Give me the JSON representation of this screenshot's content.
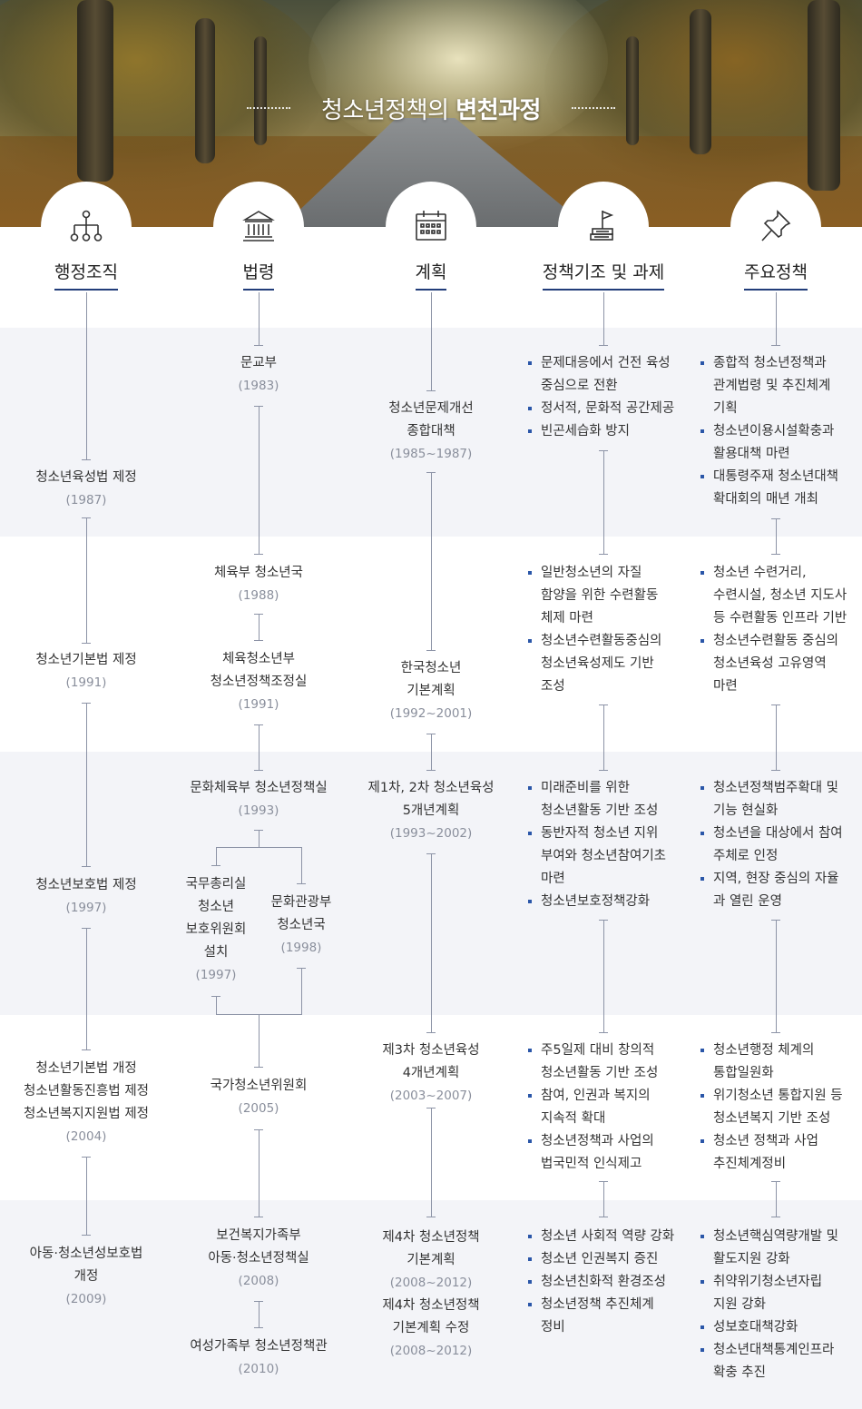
{
  "title": {
    "light": "청소년정책의 ",
    "bold": "변천과정"
  },
  "headers": {
    "admin": "행정조직",
    "law": "법령",
    "plan": "계획",
    "basis": "정책기조 및 과제",
    "policy": "주요정책"
  },
  "icons": {
    "admin": "org-chart-icon",
    "law": "courthouse-icon",
    "plan": "calendar-icon",
    "basis": "flag-on-books-icon",
    "policy": "pushpin-icon"
  },
  "colors": {
    "accent": "#223d7a",
    "bullet": "#2a56a8",
    "band": "#f3f4f8",
    "year": "#8a8f9c",
    "line": "#8c93a6"
  },
  "admin": [
    {
      "lines": [
        "청소년육성법 제정"
      ],
      "year": "(1987)"
    },
    {
      "lines": [
        "청소년기본법 제정"
      ],
      "year": "(1991)"
    },
    {
      "lines": [
        "청소년보호법 제정"
      ],
      "year": "(1997)"
    },
    {
      "lines": [
        "청소년기본법 개정",
        "청소년활동진흥법 제정",
        "청소년복지지원법 제정"
      ],
      "year": "(2004)"
    },
    {
      "lines": [
        "아동·청소년성보호법",
        "개정"
      ],
      "year": "(2009)"
    }
  ],
  "law": {
    "n1": {
      "lines": [
        "문교부"
      ],
      "year": "(1983)"
    },
    "n2": {
      "lines": [
        "체육부 청소년국"
      ],
      "year": "(1988)"
    },
    "n3": {
      "lines": [
        "체육청소년부",
        "청소년정책조정실"
      ],
      "year": "(1991)"
    },
    "n4": {
      "lines": [
        "문화체육부 청소년정책실"
      ],
      "year": "(1993)"
    },
    "n5a": {
      "lines": [
        "국무총리실",
        "청소년",
        "보호위원회",
        "설치"
      ],
      "year": "(1997)"
    },
    "n5b": {
      "lines": [
        "문화관광부",
        "청소년국"
      ],
      "year": "(1998)"
    },
    "n6": {
      "lines": [
        "국가청소년위원회"
      ],
      "year": "(2005)"
    },
    "n7": {
      "lines": [
        "보건복지가족부",
        "아동·청소년정책실"
      ],
      "year": "(2008)"
    },
    "n8": {
      "lines": [
        "여성가족부 청소년정책관"
      ],
      "year": "(2010)"
    }
  },
  "plan": {
    "n1": {
      "lines": [
        "청소년문제개선",
        "종합대책"
      ],
      "year": "(1985~1987)"
    },
    "n2": {
      "lines": [
        "한국청소년",
        "기본계획"
      ],
      "year": "(1992~2001)"
    },
    "n3": {
      "lines": [
        "제1차, 2차 청소년육성",
        "5개년계획"
      ],
      "year": "(1993~2002)"
    },
    "n4": {
      "lines": [
        "제3차 청소년육성",
        "4개년계획"
      ],
      "year": "(2003~2007)"
    },
    "n5": {
      "lines": [
        "제4차 청소년정책",
        "기본계획"
      ],
      "year": "(2008~2012)"
    },
    "n6": {
      "lines": [
        "제4차 청소년정책",
        "기본계획 수정"
      ],
      "year": "(2008~2012)"
    }
  },
  "basis": [
    [
      [
        "문제대응에서 건전 육성",
        "중심으로 전환"
      ],
      [
        "정서적, 문화적 공간제공"
      ],
      [
        "빈곤세습화 방지"
      ]
    ],
    [
      [
        "일반청소년의 자질",
        "함양을 위한 수련활동",
        "체제 마련"
      ],
      [
        "청소년수련활동중심의",
        "청소년육성제도 기반",
        "조성"
      ]
    ],
    [
      [
        "미래준비를 위한",
        "청소년활동 기반 조성"
      ],
      [
        "동반자적 청소년 지위",
        "부여와 청소년참여기초",
        "마련"
      ],
      [
        "청소년보호정책강화"
      ]
    ],
    [
      [
        "주5일제 대비 창의적",
        "청소년활동 기반 조성"
      ],
      [
        "참여, 인권과 복지의",
        "지속적 확대"
      ],
      [
        "청소년정책과 사업의",
        "법국민적 인식제고"
      ]
    ],
    [
      [
        "청소년 사회적 역량 강화"
      ],
      [
        "청소년 인권복지 증진"
      ],
      [
        "청소년친화적 환경조성"
      ],
      [
        "청소년정책 추진체계",
        "정비"
      ]
    ]
  ],
  "policy": [
    [
      [
        "종합적 청소년정책과",
        "관계법령 및 추진체계",
        "기획"
      ],
      [
        "청소년이용시설확충과",
        "활용대책 마련"
      ],
      [
        "대통령주재 청소년대책",
        "확대회의 매년 개최"
      ]
    ],
    [
      [
        "청소년 수련거리,",
        "수련시설, 청소년 지도사",
        "등 수련활동 인프라 기반"
      ],
      [
        "청소년수련활동 중심의",
        "청소년육성 고유영역",
        "마련"
      ]
    ],
    [
      [
        "청소년정책범주확대 및",
        "기능 현실화"
      ],
      [
        "청소년을 대상에서 참여",
        "주체로 인정"
      ],
      [
        "지역, 현장 중심의 자율",
        "과 열린 운영"
      ]
    ],
    [
      [
        "청소년행정 체계의",
        "통합일원화"
      ],
      [
        "위기청소년 통합지원 등",
        "청소년복지 기반 조성"
      ],
      [
        "청소년 정책과 사업",
        "추진체계정비"
      ]
    ],
    [
      [
        "청소년핵심역량개발 및",
        "활도지원 강화"
      ],
      [
        "취약위기청소년자립",
        "지원 강화"
      ],
      [
        "성보호대책강화"
      ],
      [
        "청소년대책통계인프라",
        "확충 추진"
      ]
    ]
  ]
}
